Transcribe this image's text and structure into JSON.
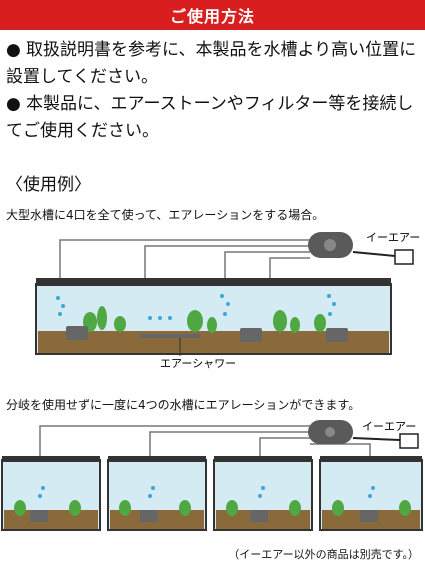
{
  "header": {
    "title": "ご使用方法"
  },
  "instructions": [
    {
      "bullet": "●",
      "text": "取扱説明書を参考に、本製品を水槽より高い位置に設置してください。"
    },
    {
      "bullet": "●",
      "text": "本製品に、エアーストーンやフィルター等を接続してご使用ください。"
    }
  ],
  "section": {
    "title": "〈使用例〉"
  },
  "example1": {
    "caption": "大型水槽に4口を全て使って、エアレーションをする場合。",
    "pump_label": "イーエアー",
    "shower_label": "エアーシャワー"
  },
  "example2": {
    "caption": "分岐を使用せずに一度に4つの水槽にエアレーションができます。",
    "pump_label": "イーエアー"
  },
  "footnote": "（イーエアー以外の商品は別売です。）",
  "colors": {
    "header_bg": "#d81e1e",
    "water": "#cfe8f2",
    "gravel": "#8a6a3a",
    "plant": "#4fa843",
    "pump": "#555555",
    "bubble": "#3aa8d8"
  }
}
